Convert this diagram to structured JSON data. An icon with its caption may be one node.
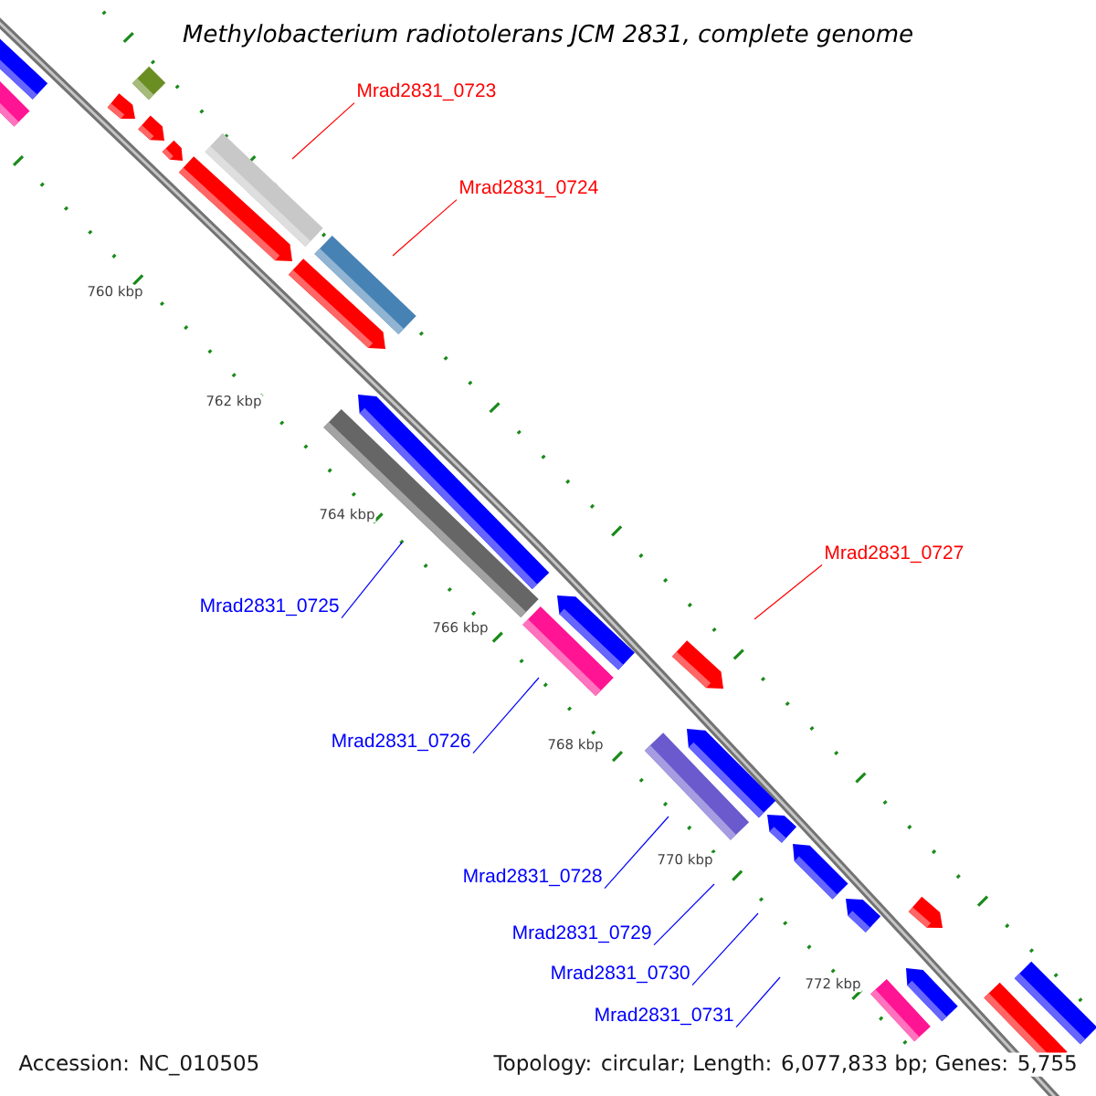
{
  "diagram": {
    "title": "Methylobacterium radiotolerans JCM 2831, complete genome",
    "nodes": [
      {
        "text": [
          "Mrad2831_0723"
        ]
      },
      {
        "text": [
          "Mrad2831_0724"
        ]
      },
      {
        "text": [
          "Mrad2831_0727"
        ]
      },
      {
        "text": [
          "Mrad2831_0725"
        ]
      },
      {
        "text": [
          "Mrad2831_0726"
        ]
      },
      {
        "text": [
          "Mrad2831_0728"
        ]
      },
      {
        "text": [
          "Mrad2831_0729"
        ]
      },
      {
        "text": [
          "Mrad2831_0730"
        ]
      },
      {
        "text": [
          "Mrad2831_0731"
        ]
      }
    ],
    "edges": [
      {
        "from": 0,
        "to": null,
        "arrow": "none",
        "color": "#ff0000"
      },
      {
        "from": 1,
        "to": null,
        "arrow": "none",
        "color": "#ff0000"
      },
      {
        "from": 2,
        "to": null,
        "arrow": "none",
        "color": "#ff0000"
      },
      {
        "from": 3,
        "to": null,
        "arrow": "none"
      },
      {
        "from": 4,
        "to": null,
        "arrow": "none"
      },
      {
        "from": 5,
        "to": null,
        "arrow": "none"
      },
      {
        "from": 6,
        "to": null,
        "arrow": "none"
      },
      {
        "from": 7,
        "to": null,
        "arrow": "none"
      },
      {
        "from": 8,
        "to": null,
        "arrow": "none"
      }
    ],
    "labels": [
      "760 kbp",
      "762 kbp",
      "764 kbp",
      "766 kbp",
      "768 kbp",
      "770 kbp",
      "772 kbp",
      "Accession: NC_010505",
      "Topology: circular; Length: 6,077,833 bp; Genes: 5,755"
    ]
  }
}
